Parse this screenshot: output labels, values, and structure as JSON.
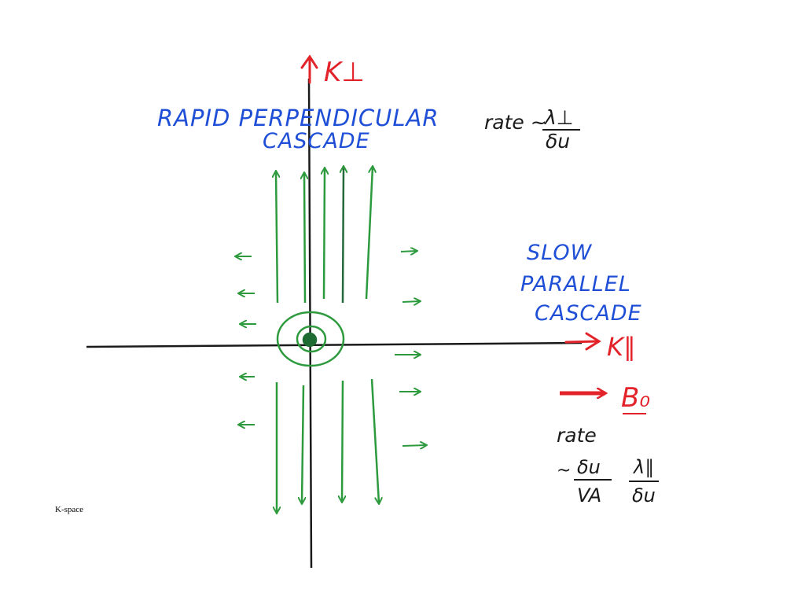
{
  "diagram": {
    "axis_perp_label": "K⊥",
    "axis_par_label": "K∥",
    "perp_cascade": {
      "line1": "RAPID  PERPENDICULAR",
      "line2": "CASCADE"
    },
    "par_cascade": {
      "line1": "SLOW",
      "line2": "PARALLEL",
      "line3": "CASCADE"
    },
    "rate_perp": {
      "prefix": "rate ~",
      "numerator": "λ⊥",
      "denominator": "δu"
    },
    "field": {
      "label": "B₀"
    },
    "rate_par": {
      "word": "rate",
      "tilde": "~",
      "f1_num": "δu",
      "f1_den": "VA",
      "f2_num": "λ∥",
      "f2_den": "δu"
    },
    "caption": "K-space"
  },
  "colors": {
    "axis": "#1a1a1a",
    "arrow": "#2e9a3e",
    "text_blue": "#1f4fd6",
    "text_red": "#e3232a",
    "background": "#ffffff"
  }
}
